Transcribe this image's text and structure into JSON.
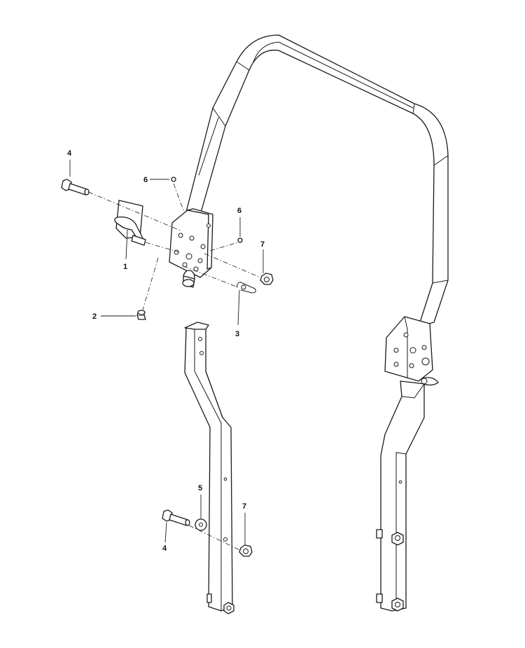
{
  "callouts": {
    "c1": "1",
    "c2": "2",
    "c3": "3",
    "c4a": "4",
    "c4b": "4",
    "c5": "5",
    "c6a": "6",
    "c6b": "6",
    "c7a": "7",
    "c7b": "7"
  }
}
